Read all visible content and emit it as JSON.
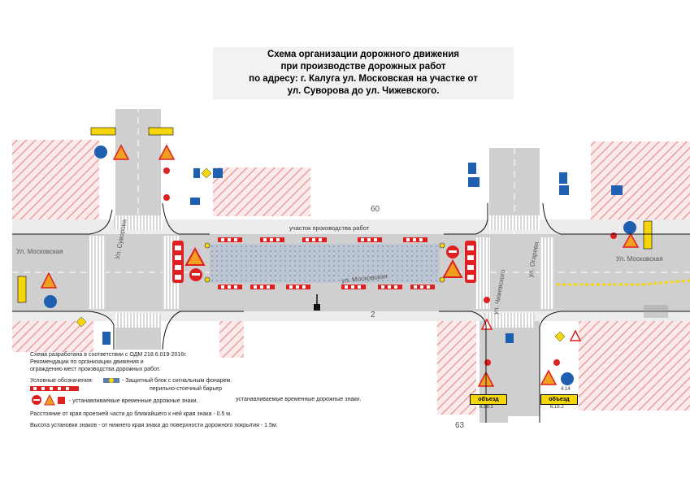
{
  "title": {
    "line1": "Схема организации дорожного движения",
    "line2": "при производстве дорожных работ",
    "line3": "по адресу: г. Калуга  ул. Московская на участке от",
    "line4": "ул. Суворова до ул. Чижевского."
  },
  "work_zone_label": "участок производства работ",
  "streets": {
    "moskovskaya_left": "Ул. Московская",
    "moskovskaya_center": "ул. Московская",
    "moskovskaya_right": "Ул. Московская",
    "suvorova": "Ул. Суворова",
    "chizhevskogo": "ул. Чижевского",
    "ogareva": "ул. Огарева"
  },
  "building_numbers": {
    "n60": "60",
    "n2": "2",
    "n63": "63"
  },
  "detour_label": "объезд",
  "sign_codes": {
    "s414": "4.14",
    "s6181": "6.18.1",
    "s6182": "6.18.2"
  },
  "notes": {
    "line1": "Схема разработана в соответствии с ОДМ 218.6.019-2016г.",
    "line2": "Рекомендации по организации движения и",
    "line3": "ограждению мест производства дорожных работ.",
    "legend_title": "Условные обозначения:",
    "legend_block": "- Защитный блок с сигнальным фонарем.",
    "legend_barrier": "перильно-стоечный барьер",
    "legend_signs": "- устанавливаемые временные дорожные знаки.",
    "legend_signs2": "устанавливаемые временные дорожные знаки.",
    "distance": "Расстояние от края проезжей части до ближайшего к ней края знака - 0.5 м.",
    "height": "Высота установки знаков -  от нижнего края знака до поверхности дорожного покрытия - 1.5м."
  },
  "colors": {
    "road": "#cfcfcf",
    "work_zone": "#bcc6d3",
    "hatch": "#e8a0a0",
    "barrier_red": "#e02020",
    "sign_yellow": "#f5d60a",
    "sign_blue": "#1f5fb0"
  }
}
